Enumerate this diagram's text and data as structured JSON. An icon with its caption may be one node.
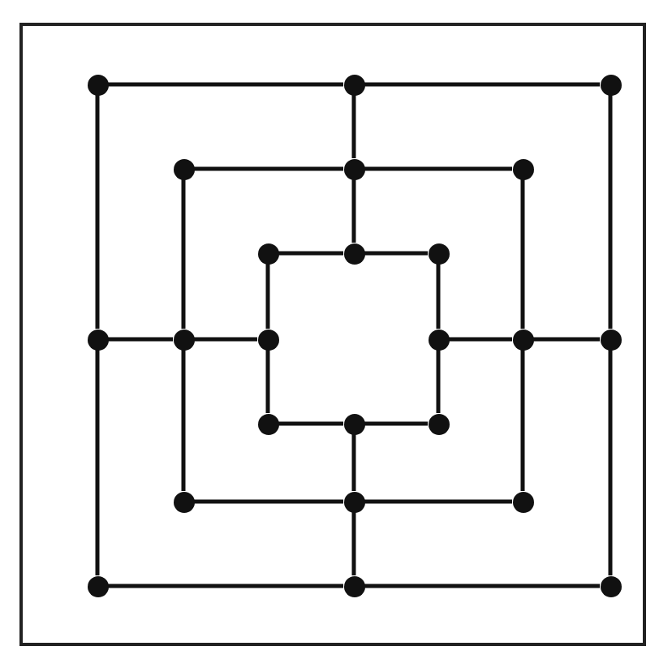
{
  "diagram": {
    "nodes": [
      {
        "text": [],
        "shape": "circle"
      },
      {
        "text": [],
        "shape": "circle"
      },
      {
        "text": [],
        "shape": "circle"
      },
      {
        "text": [],
        "shape": "circle"
      },
      {
        "text": [],
        "shape": "circle"
      },
      {
        "text": [],
        "shape": "circle"
      },
      {
        "text": [],
        "shape": "circle"
      },
      {
        "text": [],
        "shape": "circle"
      },
      {
        "text": [],
        "shape": "circle"
      },
      {
        "text": [],
        "shape": "circle"
      },
      {
        "text": [],
        "shape": "circle"
      },
      {
        "text": [],
        "shape": "circle"
      },
      {
        "text": [],
        "shape": "circle"
      },
      {
        "text": [],
        "shape": "circle"
      },
      {
        "text": [],
        "shape": "circle"
      },
      {
        "text": [],
        "shape": "circle"
      },
      {
        "text": [],
        "shape": "circle"
      },
      {
        "text": [],
        "shape": "circle"
      },
      {
        "text": [],
        "shape": "circle"
      },
      {
        "text": [],
        "shape": "circle"
      },
      {
        "text": [],
        "shape": "circle"
      },
      {
        "text": [],
        "shape": "circle"
      },
      {
        "text": [],
        "shape": "circle"
      },
      {
        "text": [],
        "shape": "circle"
      }
    ],
    "edges": [
      {
        "from": 0,
        "to": 1,
        "arrow": "none"
      },
      {
        "from": 1,
        "to": 2,
        "arrow": "none"
      },
      {
        "from": 3,
        "to": 4,
        "arrow": "none"
      },
      {
        "from": 4,
        "to": 5,
        "arrow": "none"
      },
      {
        "from": 6,
        "to": 7,
        "arrow": "none"
      },
      {
        "from": 7,
        "to": 8,
        "arrow": "none"
      },
      {
        "from": 9,
        "to": 10,
        "arrow": "none"
      },
      {
        "from": 10,
        "to": 11,
        "arrow": "none"
      },
      {
        "from": 12,
        "to": 13,
        "arrow": "none"
      },
      {
        "from": 13,
        "to": 14,
        "arrow": "none"
      },
      {
        "from": 15,
        "to": 16,
        "arrow": "none"
      },
      {
        "from": 16,
        "to": 17,
        "arrow": "none"
      },
      {
        "from": 18,
        "to": 19,
        "arrow": "none"
      },
      {
        "from": 19,
        "to": 20,
        "arrow": "none"
      },
      {
        "from": 21,
        "to": 22,
        "arrow": "none"
      },
      {
        "from": 22,
        "to": 23,
        "arrow": "none"
      },
      {
        "from": 0,
        "to": 9,
        "arrow": "none"
      },
      {
        "from": 9,
        "to": 21,
        "arrow": "none"
      },
      {
        "from": 3,
        "to": 10,
        "arrow": "none"
      },
      {
        "from": 10,
        "to": 18,
        "arrow": "none"
      },
      {
        "from": 6,
        "to": 11,
        "arrow": "none"
      },
      {
        "from": 11,
        "to": 15,
        "arrow": "none"
      },
      {
        "from": 1,
        "to": 4,
        "arrow": "none"
      },
      {
        "from": 4,
        "to": 7,
        "arrow": "none"
      },
      {
        "from": 16,
        "to": 19,
        "arrow": "none"
      },
      {
        "from": 19,
        "to": 22,
        "arrow": "none"
      },
      {
        "from": 8,
        "to": 12,
        "arrow": "none"
      },
      {
        "from": 12,
        "to": 17,
        "arrow": "none"
      },
      {
        "from": 5,
        "to": 13,
        "arrow": "none"
      },
      {
        "from": 13,
        "to": 20,
        "arrow": "none"
      },
      {
        "from": 2,
        "to": 14,
        "arrow": "none"
      },
      {
        "from": 14,
        "to": 23,
        "arrow": "none"
      }
    ]
  }
}
